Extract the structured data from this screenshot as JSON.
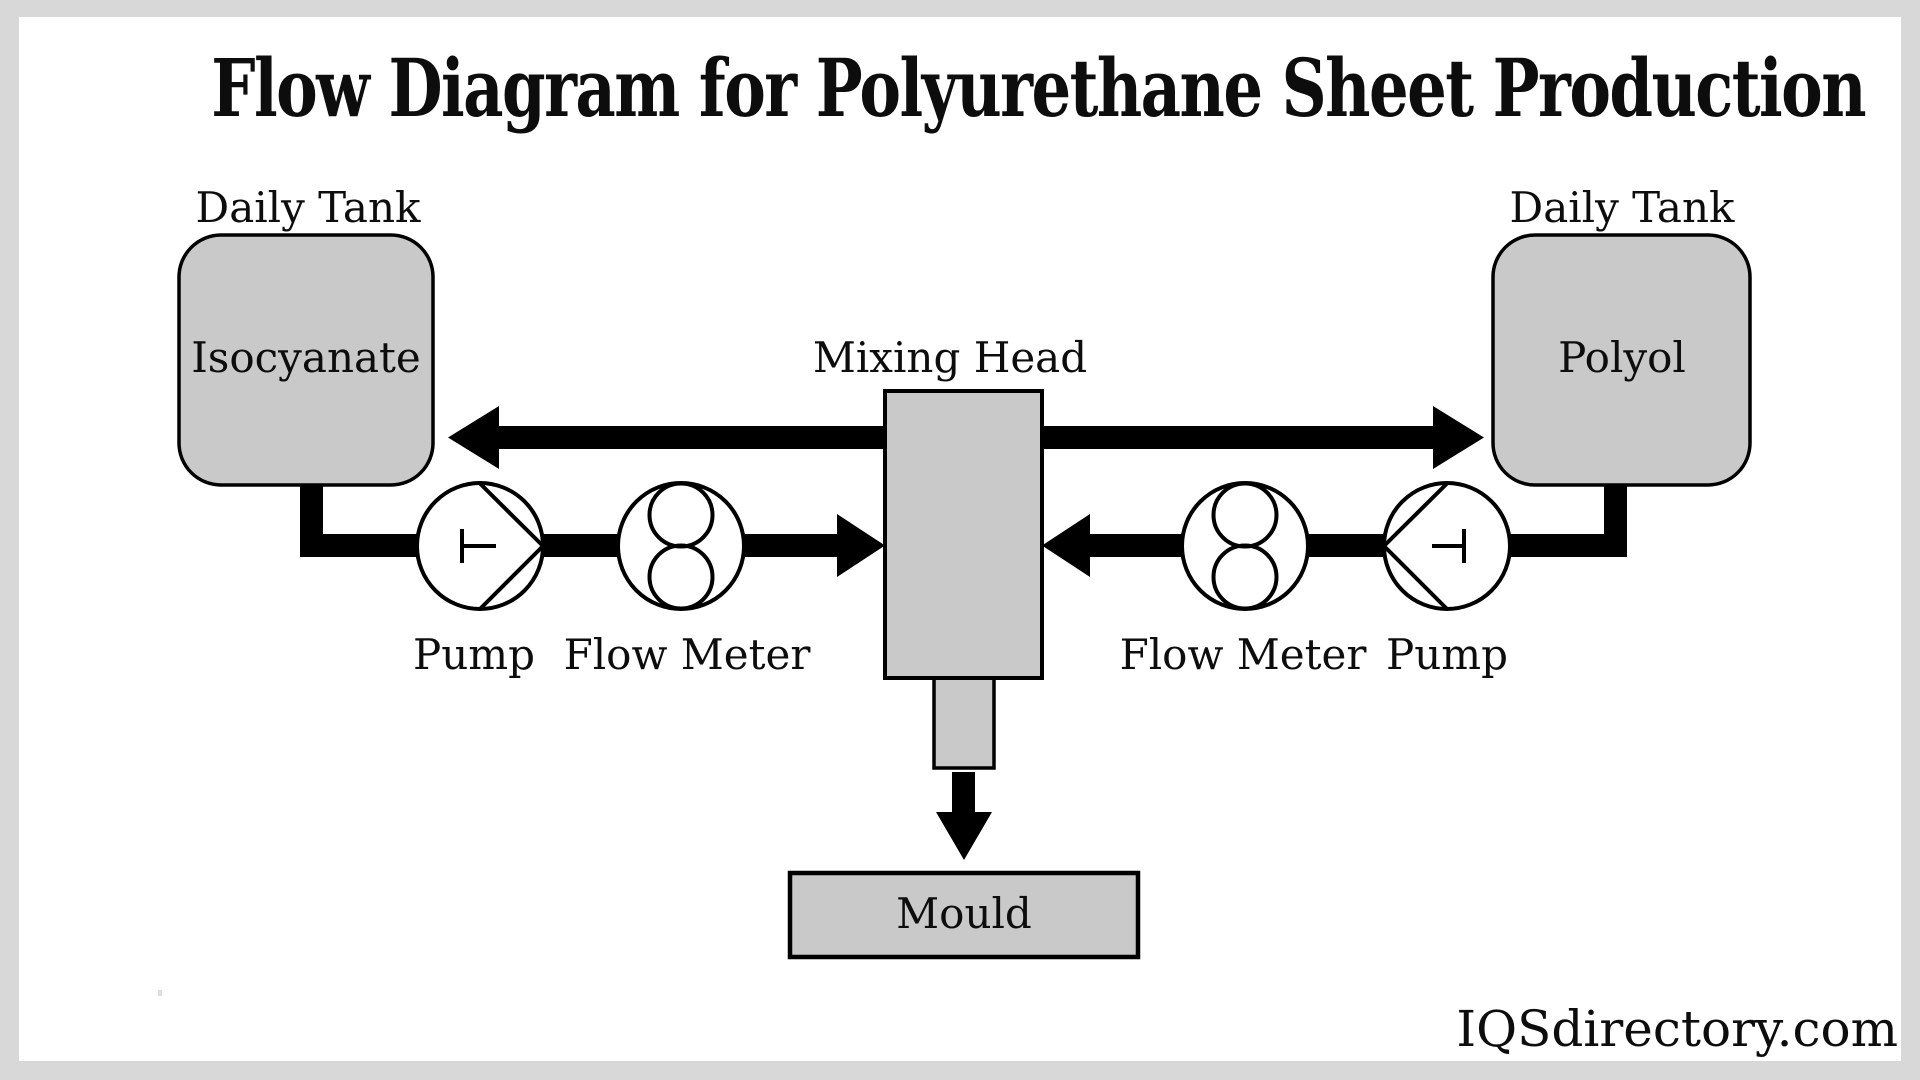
{
  "title": "Flow Diagram for Polyurethane Sheet Production",
  "watermark": "IQSdirectory.com",
  "colors": {
    "page_background": "#d8d8d8",
    "canvas_background": "#ffffff",
    "node_fill": "#c9c9c9",
    "line_and_stroke": "#000000",
    "text": "#0d0d0d"
  },
  "nodes": {
    "left_tank": {
      "caption": "Daily Tank",
      "label": "Isocyanate"
    },
    "right_tank": {
      "caption": "Daily Tank",
      "label": "Polyol"
    },
    "mixing_head": {
      "label": "Mixing Head"
    },
    "mould": {
      "label": "Mould"
    }
  },
  "symbols": {
    "left_pump": {
      "label": "Pump"
    },
    "left_flow_meter": {
      "label": "Flow Meter"
    },
    "right_flow_meter": {
      "label": "Flow Meter"
    },
    "right_pump": {
      "label": "Pump"
    }
  }
}
